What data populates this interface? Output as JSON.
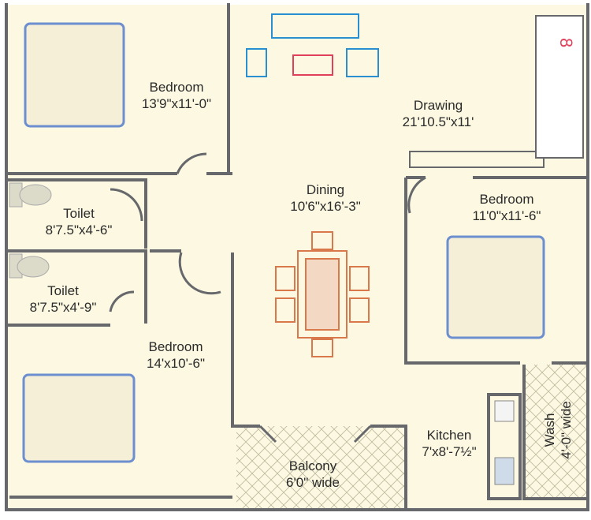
{
  "rooms": [
    {
      "name": "Bedroom",
      "size": "13'9\"x11'-0\""
    },
    {
      "name": "Drawing",
      "size": "21'10.5\"x11'"
    },
    {
      "name": "Dining",
      "size": "10'6\"x16'-3\""
    },
    {
      "name": "Bedroom",
      "size": "11'0\"x11'-6\""
    },
    {
      "name": "Toilet",
      "size": "8'7.5\"x4'-6\""
    },
    {
      "name": "Toilet",
      "size": "8'7.5\"x4'-9\""
    },
    {
      "name": "Bedroom",
      "size": "14'x10'-6\""
    },
    {
      "name": "Balcony",
      "size": "6'0\" wide"
    },
    {
      "name": "Kitchen",
      "size": "7'x8'-7½\""
    },
    {
      "name": "Wash",
      "size": "4'-0\" wide"
    }
  ],
  "colors": {
    "floor": "#fcf8e1",
    "wall": "#66686b",
    "bed": "#6d8fcf",
    "dining": "#d9784a",
    "sofa": "#2a8fd0",
    "accent": "#e0405a"
  },
  "icons": [
    "bed-icon",
    "toilet-icon",
    "sofa-icon",
    "dining-table-icon",
    "sink-icon",
    "stove-icon",
    "entrance-icon"
  ]
}
